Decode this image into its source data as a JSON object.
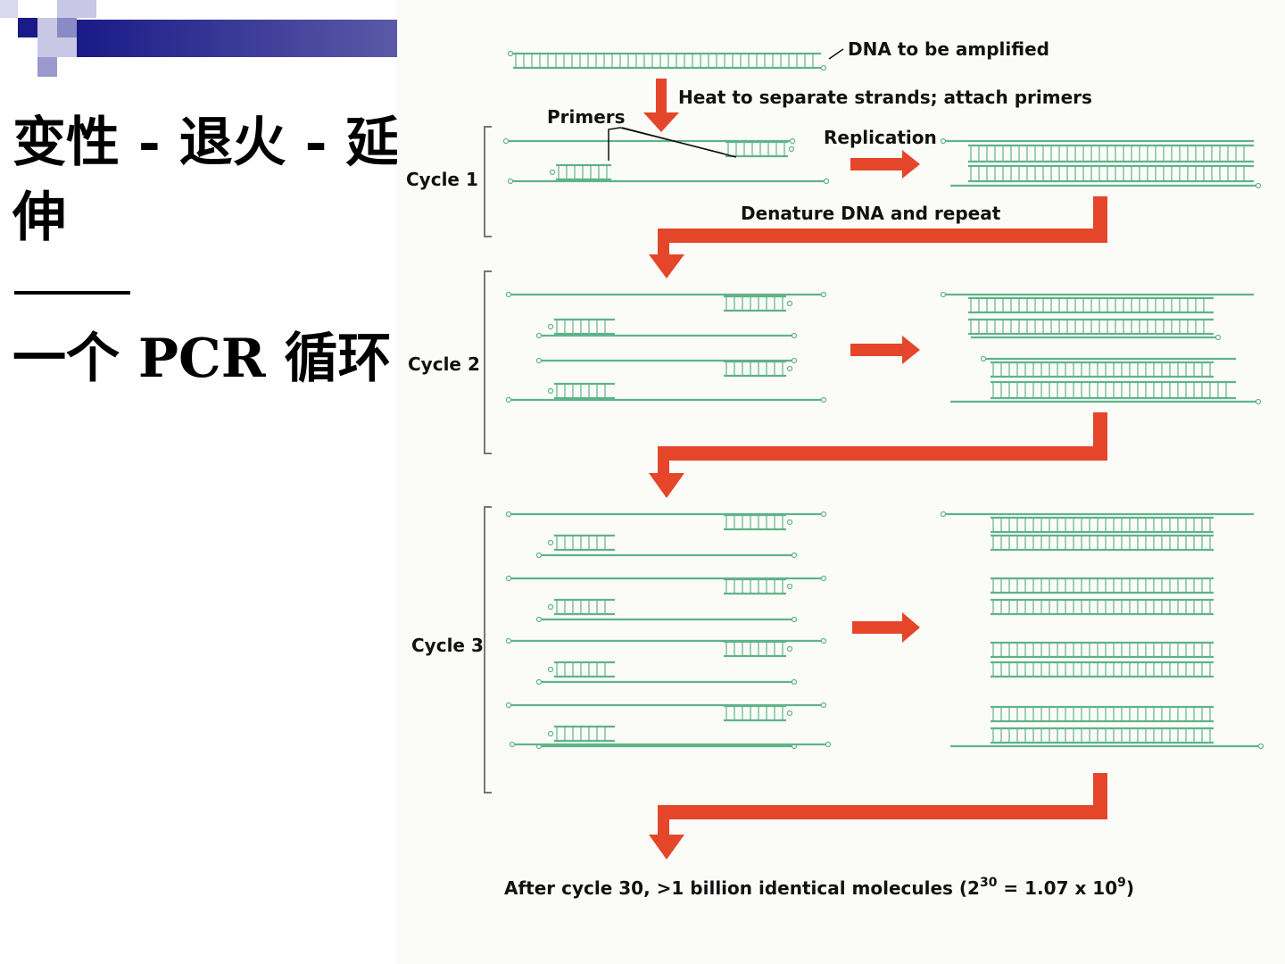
{
  "slide": {
    "title_line1": "变性 - 退火 - 延",
    "title_line2": "伸",
    "title_line3": "一个 PCR 循环"
  },
  "figure": {
    "dna_label": "DNA to be amplified",
    "heat_label": "Heat to separate strands; attach primers",
    "primers_label": "Primers",
    "replication_label": "Replication",
    "cycle1_label": "Cycle 1",
    "denature_label": "Denature DNA and repeat",
    "cycle2_label": "Cycle 2",
    "cycle3_label": "Cycle 3",
    "after_prefix": "After cycle 30, >1 billion identical molecules (2",
    "after_exp1": "30",
    "after_mid": " = 1.07 x 10",
    "after_exp2": "9",
    "after_suffix": ")"
  },
  "colors": {
    "strand": "#5fb38a",
    "arrow": "#e5462a",
    "bracket": "#777777",
    "deco_dark": "#1a1a88",
    "deco_light": "#9999cc"
  }
}
